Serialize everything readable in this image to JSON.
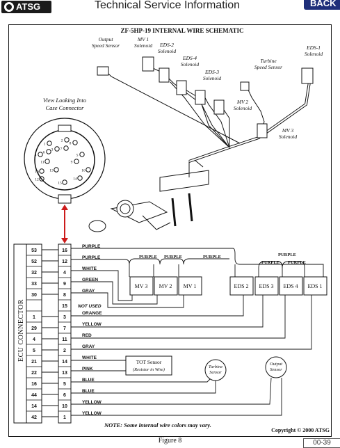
{
  "header": {
    "logo_text": "ATSG",
    "title": "Technical Service Information",
    "back_label": "BACK"
  },
  "diagram": {
    "title": "ZF-5HP-19 INTERNAL WIRE SCHEMATIC",
    "harness_labels": {
      "output_speed_sensor": [
        "Output",
        "Speed Sensor"
      ],
      "mv1_solenoid": [
        "MV 1",
        "Solenoid"
      ],
      "eds2_solenoid": [
        "EDS-2",
        "Solenoid"
      ],
      "eds4_solenoid": [
        "EDS-4",
        "Solenoid"
      ],
      "eds3_solenoid": [
        "EDS-3",
        "Solenoid"
      ],
      "turbine_speed_sensor": [
        "Turbine",
        "Speed Sensor"
      ],
      "eds1_solenoid": [
        "EDS-1",
        "Solenoid"
      ],
      "mv2_solenoid": [
        "MV 2",
        "Solenoid"
      ],
      "mv3_solenoid": [
        "MV 3",
        "Solenoid"
      ]
    },
    "connector_view_label": [
      "View Looking Into",
      "Case Connector"
    ],
    "connector_pins": [
      "1",
      "2",
      "3",
      "4",
      "5",
      "6",
      "7",
      "8",
      "9",
      "10",
      "11",
      "12",
      "13",
      "14",
      "15",
      "16"
    ],
    "ecu_connector_label": "ECU CONNECTOR",
    "rows": [
      {
        "ecu": "53",
        "case": "16",
        "color": "PURPLE"
      },
      {
        "ecu": "52",
        "case": "12",
        "color": "PURPLE"
      },
      {
        "ecu": "32",
        "case": "4",
        "color": "WHITE"
      },
      {
        "ecu": "33",
        "case": "9",
        "color": "GREEN"
      },
      {
        "ecu": "30",
        "case": "8",
        "color": "GRAY"
      },
      {
        "ecu": "",
        "case": "15",
        "color": "NOT USED"
      },
      {
        "ecu": "1",
        "case": "3",
        "color": "ORANGE"
      },
      {
        "ecu": "29",
        "case": "7",
        "color": "YELLOW"
      },
      {
        "ecu": "4",
        "case": "11",
        "color": "RED"
      },
      {
        "ecu": "5",
        "case": "2",
        "color": "GRAY"
      },
      {
        "ecu": "21",
        "case": "14",
        "color": "WHITE"
      },
      {
        "ecu": "22",
        "case": "13",
        "color": "PINK"
      },
      {
        "ecu": "16",
        "case": "5",
        "color": "BLUE"
      },
      {
        "ecu": "44",
        "case": "6",
        "color": "BLUE"
      },
      {
        "ecu": "14",
        "case": "10",
        "color": "YELLOW"
      },
      {
        "ecu": "42",
        "case": "1",
        "color": "YELLOW"
      }
    ],
    "bus_labels": [
      "PURPLE",
      "PURPLE",
      "PURPLE",
      "PURPLE",
      "PURPLE",
      "PURPLE"
    ],
    "components": {
      "mv3": "MV 3",
      "mv2": "MV 2",
      "mv1": "MV 1",
      "eds2": "EDS 2",
      "eds3": "EDS 3",
      "eds4": "EDS 4",
      "eds1": "EDS 1"
    },
    "tot_sensor": [
      "TOT Sensor",
      "(Resistor in Wire)"
    ],
    "turbine_sensor": [
      "Turbine",
      "Sensor"
    ],
    "output_sensor": [
      "Output",
      "Sensor"
    ],
    "note": "NOTE:  Some internal wire colors may vary.",
    "copyright": "Copyright © 2000 ATSG"
  },
  "footer": {
    "caption": "Figure 8",
    "page": "00-39"
  },
  "colors": {
    "line": "#111111",
    "back_button": "#1f2f7a",
    "connector_arrow": "#cc1a1a"
  }
}
